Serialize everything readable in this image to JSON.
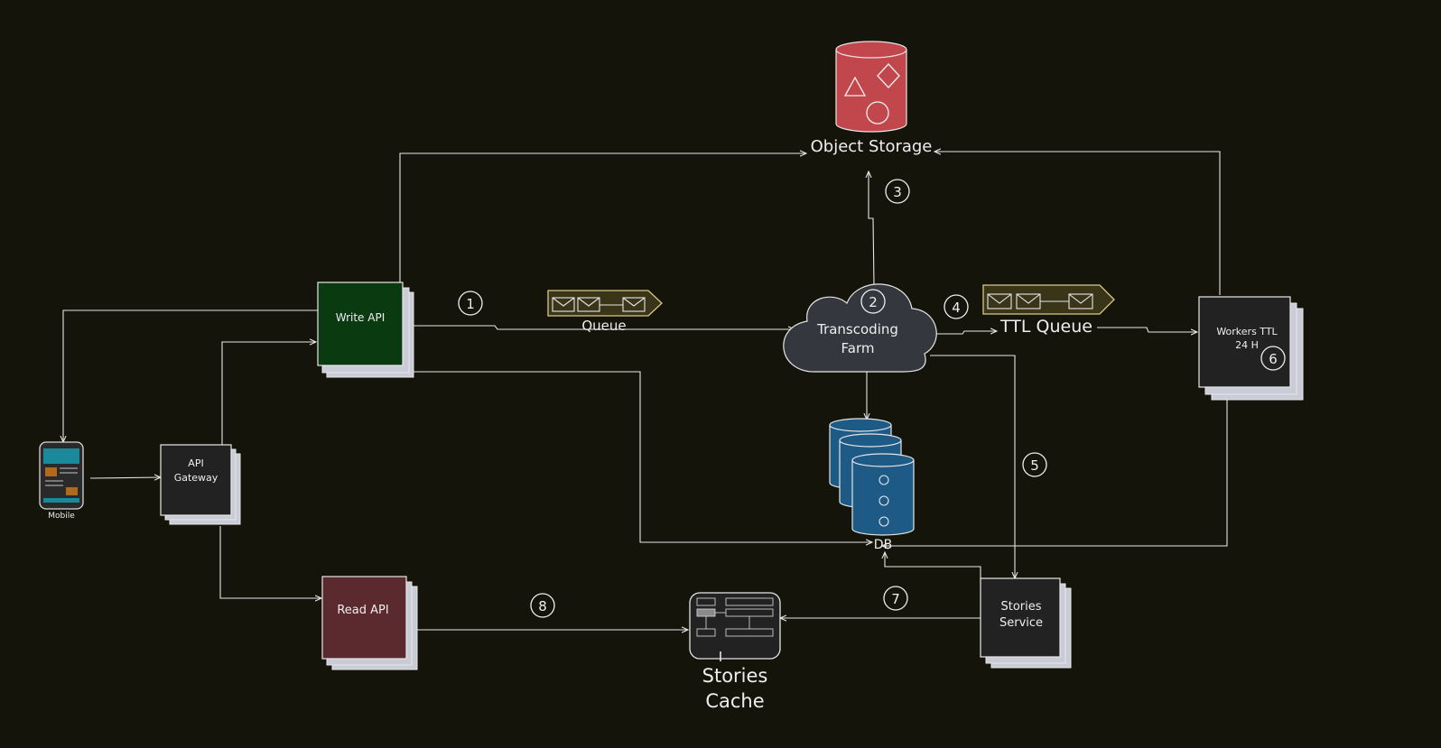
{
  "nodes": {
    "mobile": {
      "label": "Mobile"
    },
    "api_gateway": {
      "line1": "API",
      "line2": "Gateway"
    },
    "write_api": {
      "label": "Write API"
    },
    "read_api": {
      "label": "Read API"
    },
    "queue": {
      "label": "Queue"
    },
    "object_storage": {
      "label": "Object Storage"
    },
    "transcoding": {
      "line1": "Transcoding",
      "line2": "Farm"
    },
    "ttl_queue": {
      "label": "TTL Queue"
    },
    "workers": {
      "line1": "Workers TTL",
      "line2": "24 H"
    },
    "db": {
      "label": "DB"
    },
    "stories_service": {
      "line1": "Stories",
      "line2": "Service"
    },
    "stories_cache": {
      "line1": "Stories",
      "line2": "Cache"
    }
  },
  "steps": [
    "1",
    "2",
    "3",
    "4",
    "5",
    "6",
    "7",
    "8"
  ],
  "colors": {
    "background": "#15140a",
    "write_api": "#0a3a10",
    "read_api": "#5a2a2e",
    "object_storage": "#c2474d",
    "db": "#1e5a86",
    "queue_box": "#3a3418",
    "node_dark": "#222222",
    "cloud": "#34373d"
  },
  "icons": {
    "mobile": "mobile-phone-icon",
    "queue": "envelope-queue-icon",
    "storage": "storage-bucket-icon",
    "db": "database-cylinders-icon",
    "cloud": "cloud-icon",
    "cache": "cache-table-icon"
  }
}
